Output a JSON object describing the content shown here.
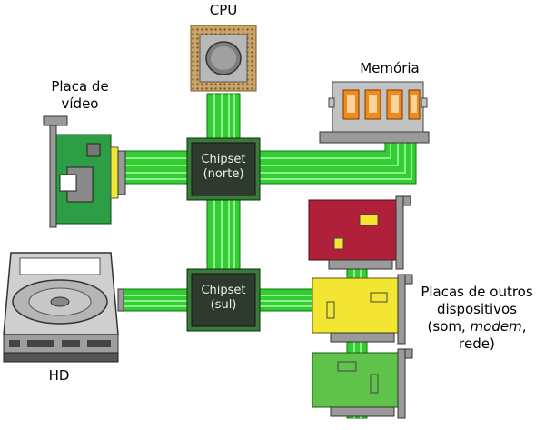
{
  "labels": {
    "cpu": "CPU",
    "memory": "Memória",
    "video_line1": "Placa de",
    "video_line2": "vídeo",
    "hd": "HD",
    "chipset_north_line1": "Chipset",
    "chipset_north_line2": "(norte)",
    "chipset_south_line1": "Chipset",
    "chipset_south_line2": "(sul)",
    "other_line1": "Placas de outros",
    "other_line2": "dispositivos",
    "other_line3_a": "(som, ",
    "other_line3_em": "modem",
    "other_line3_b": ", rede)"
  },
  "colors": {
    "bus_green": "#33cc33",
    "bus_light": "#8cf08c",
    "bus_dark": "#1a8a1a",
    "chip_body": "#2f3a2f",
    "chip_pin": "#3a7a3a",
    "video_card": "#2e9e46",
    "sound_card": "#b0203a",
    "modem_card": "#f2e633",
    "network_card": "#5fc24a",
    "memory_chip": "#f08a1e",
    "cpu_gold": "#d9b57a"
  }
}
